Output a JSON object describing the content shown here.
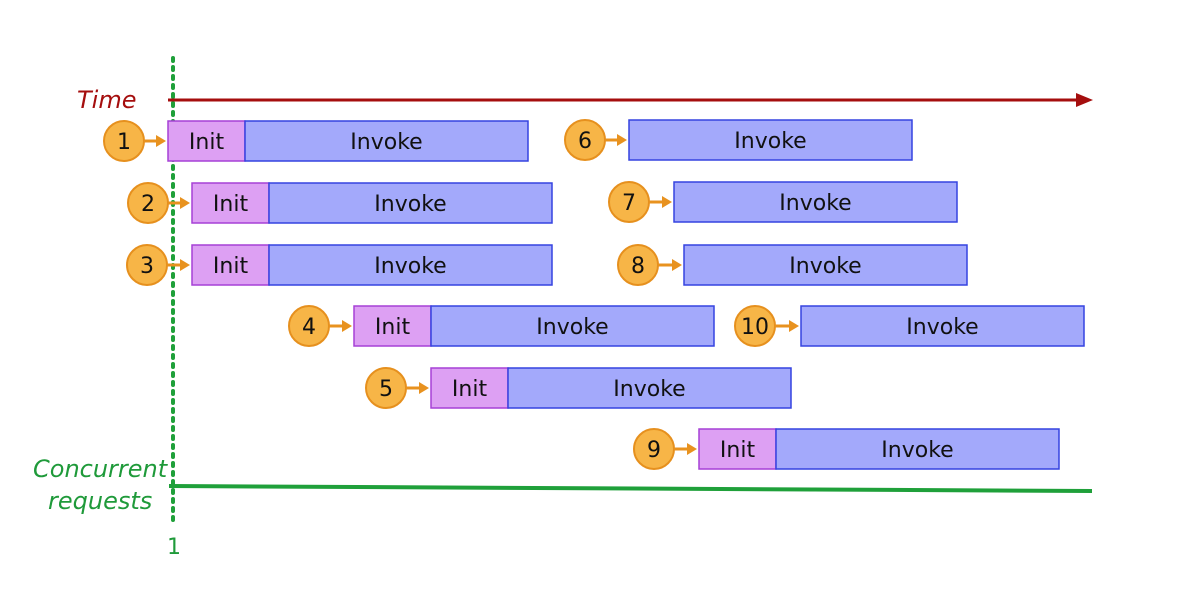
{
  "axis": {
    "time_label": "Time",
    "concurrency_label_line1": "Concurrent",
    "concurrency_label_line2": "requests",
    "marker_value": "1"
  },
  "segment_labels": {
    "init": "Init",
    "invoke": "Invoke"
  },
  "requests": [
    {
      "id": "1",
      "has_init": true
    },
    {
      "id": "2",
      "has_init": true
    },
    {
      "id": "3",
      "has_init": true
    },
    {
      "id": "4",
      "has_init": true
    },
    {
      "id": "5",
      "has_init": true
    },
    {
      "id": "6",
      "has_init": false
    },
    {
      "id": "7",
      "has_init": false
    },
    {
      "id": "8",
      "has_init": false
    },
    {
      "id": "9",
      "has_init": true
    },
    {
      "id": "10",
      "has_init": false
    }
  ],
  "colors": {
    "time_axis": "#A50E0E",
    "concurrency_line": "#1FA03A",
    "concurrency_text": "#1F9A3A",
    "badge_fill": "#F7B547",
    "badge_stroke": "#E6901E",
    "arrow": "#E8921F",
    "init_fill": "#DDA0F3",
    "init_stroke": "#A640D6",
    "invoke_fill": "#A3A9FB",
    "invoke_stroke": "#3543E0"
  }
}
